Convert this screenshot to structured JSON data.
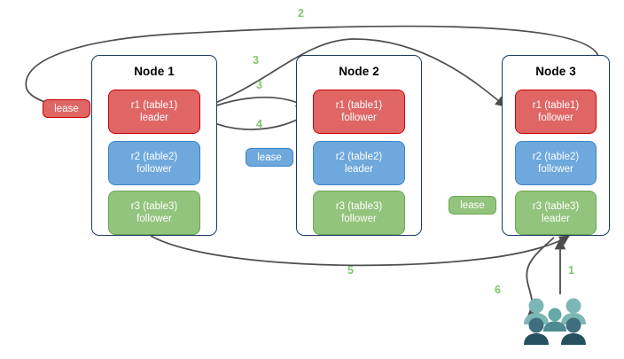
{
  "diagram": {
    "title": "distributed-raft-lease-flow",
    "colors": {
      "replica_red_fill": "#e06666",
      "replica_red_border": "#cc0000",
      "replica_blue_fill": "#6fa8dc",
      "replica_blue_border": "#3d85c6",
      "replica_green_fill": "#93c47d",
      "replica_green_border": "#6aa84f",
      "node_border": "#1b3a63",
      "edge_stroke": "#4d4d4d",
      "edge_label": "#82c46e",
      "client_light": "#7cb7b5",
      "client_dark": "#34606e"
    }
  },
  "nodes": [
    {
      "id": "node1",
      "title": "Node 1",
      "replicas": [
        {
          "name": "r1 (table1)",
          "role": "leader",
          "color": "red"
        },
        {
          "name": "r2 (table2)",
          "role": "follower",
          "color": "blue"
        },
        {
          "name": "r3 (table3)",
          "role": "follower",
          "color": "green"
        }
      ]
    },
    {
      "id": "node2",
      "title": "Node 2",
      "replicas": [
        {
          "name": "r1 (table1)",
          "role": "follower",
          "color": "red"
        },
        {
          "name": "r2 (table2)",
          "role": "leader",
          "color": "blue"
        },
        {
          "name": "r3 (table3)",
          "role": "follower",
          "color": "green"
        }
      ]
    },
    {
      "id": "node3",
      "title": "Node 3",
      "replicas": [
        {
          "name": "r1 (table1)",
          "role": "follower",
          "color": "red"
        },
        {
          "name": "r2 (table2)",
          "role": "follower",
          "color": "blue"
        },
        {
          "name": "r3 (table3)",
          "role": "leader",
          "color": "green"
        }
      ]
    }
  ],
  "leases": [
    {
      "id": "lease-r1",
      "label": "lease",
      "color": "red"
    },
    {
      "id": "lease-r2",
      "label": "lease",
      "color": "blue"
    },
    {
      "id": "lease-r3",
      "label": "lease",
      "color": "green"
    }
  ],
  "edge_labels": [
    {
      "id": "step-2",
      "text": "2"
    },
    {
      "id": "step-3a",
      "text": "3"
    },
    {
      "id": "step-3b",
      "text": "3"
    },
    {
      "id": "step-4",
      "text": "4"
    },
    {
      "id": "step-5",
      "text": "5"
    },
    {
      "id": "step-1",
      "text": "1"
    },
    {
      "id": "step-6",
      "text": "6"
    }
  ],
  "client": {
    "icon": "users-group-icon"
  }
}
